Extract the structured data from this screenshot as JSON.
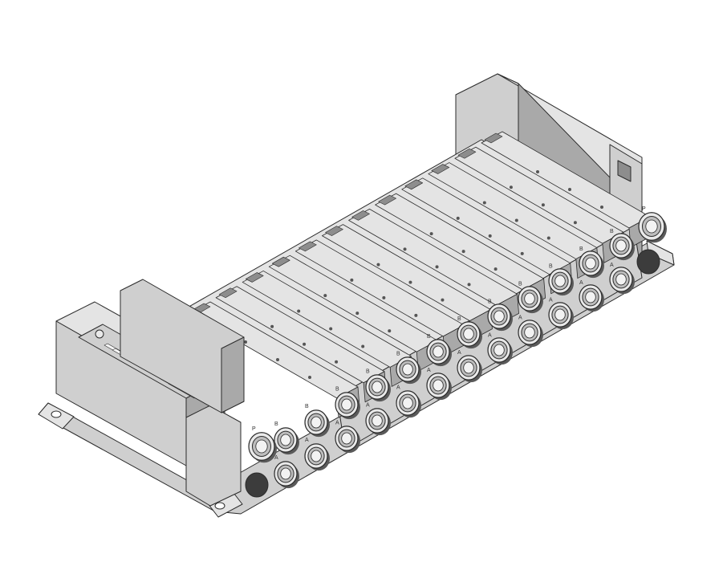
{
  "image": {
    "subject": "valve-manifold-3d-render",
    "background": "#ffffff",
    "station_count": 12,
    "port_labels": [
      "B",
      "A"
    ],
    "supply_port_label": "P",
    "colors": {
      "body_light": "#e4e4e4",
      "body_mid": "#cfcfcf",
      "body_dark": "#a9a9a9",
      "body_shadow": "#8d8d8d",
      "fitting_ring": "#e9e9e9",
      "fitting_inner": "#bdbdbd",
      "fitting_dark": "#5a5a5a",
      "plug_dark": "#3c3c3c",
      "outline": "#2b2b2b"
    }
  }
}
